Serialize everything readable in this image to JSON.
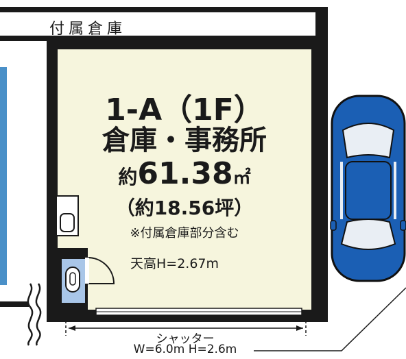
{
  "storage": {
    "label": "付属倉庫"
  },
  "unit": {
    "name": "1-A（1F）",
    "use": "倉庫・事務所",
    "area_prefix": "約",
    "area_value": "61.38",
    "area_unit": "㎡",
    "tsubo": "（約18.56坪）",
    "note": "※付属倉庫部分含む",
    "ceiling": "天高H=2.67m"
  },
  "shutter": {
    "label": "シャッター",
    "size": "W=6.0m H=2.6m"
  },
  "colors": {
    "room_fill": "#f6f5dd",
    "wall": "#1a1a1a",
    "toilet_room": "#a9c6e8",
    "left_strip": "#4a90c8",
    "car_body": "#1b5fb4",
    "car_glass": "#e9eef4"
  }
}
